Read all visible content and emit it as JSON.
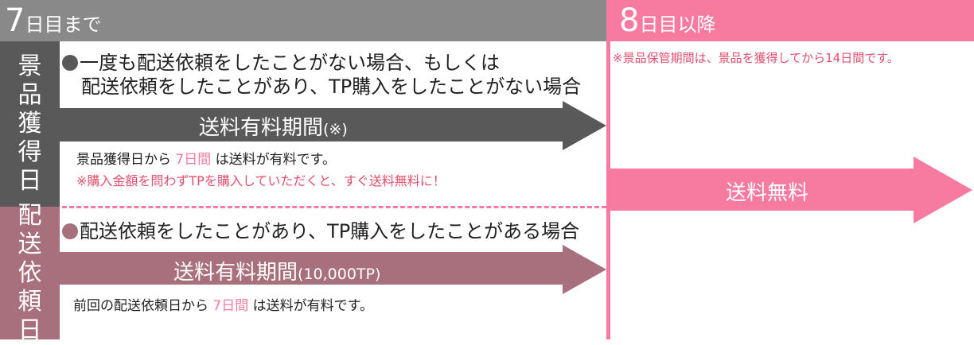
{
  "header": {
    "until_day_number": "7",
    "until_day_suffix": "日目まで",
    "after_day_number": "8",
    "after_day_suffix": "日目以降"
  },
  "sections": [
    {
      "side_label": [
        "景",
        "品",
        "獲",
        "得",
        "日"
      ],
      "condition_line1": "一度も配送依頼をしたことがない場合、もしくは",
      "condition_line2": "配送依頼をしたことがあり、TP購入をしたことがない場合",
      "arrow_label": "送料有料期間",
      "arrow_note": "(※)",
      "desc_prefix": "景品獲得日から",
      "desc_highlight": "7日間",
      "desc_suffix": "は送料が有料です。",
      "note": "※購入金額を問わずTPを購入していただくと、すぐ送料無料に！"
    },
    {
      "side_label": [
        "配",
        "送",
        "依",
        "頼",
        "日"
      ],
      "condition_line1": "配送依頼をしたことがあり、TP購入をしたことがある場合",
      "arrow_label": "送料有料期間",
      "arrow_note": "(10,000TP)",
      "desc_prefix": "前回の配送依頼日から",
      "desc_highlight": "7日間",
      "desc_suffix": "は送料が有料です。"
    }
  ],
  "right": {
    "note": "※景品保管期間は、景品を獲得してから14日間です。",
    "arrow_label": "送料無料"
  },
  "colors": {
    "gray_header": "#898989",
    "dark": "#595959",
    "mauve": "#a7707c",
    "pink": "#f77ba0",
    "red": "#e4506e"
  }
}
